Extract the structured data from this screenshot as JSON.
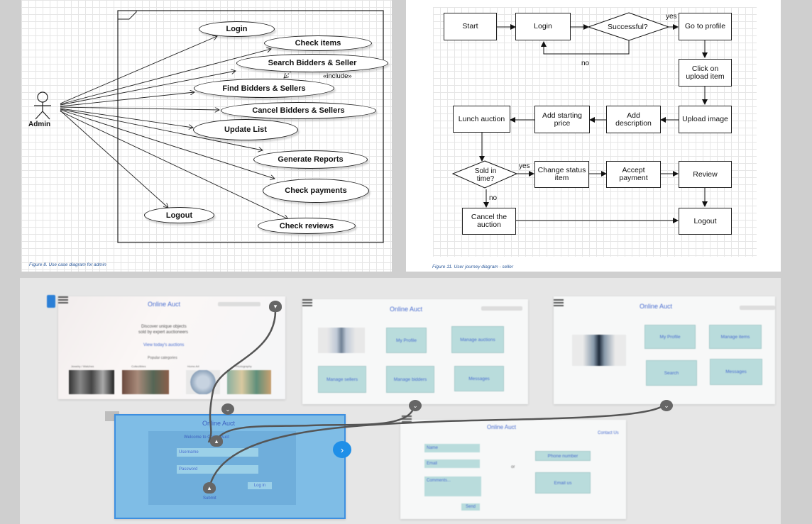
{
  "usecase": {
    "actor": "Admin",
    "use_cases": [
      "Login",
      "Check items",
      "Search Bidders & Seller",
      "Find Bidders & Sellers",
      "Cancel Bidders & Sellers",
      "Update List",
      "Generate Reports",
      "Check payments",
      "Logout",
      "Check reviews"
    ],
    "include_label": "«include»",
    "caption": "Figure 8. Use case diagram for admin"
  },
  "journey": {
    "nodes": {
      "start": "Start",
      "login": "Login",
      "successful": "Successful?",
      "go_profile": "Go to profile",
      "click_upload": "Click on upload item",
      "upload_image": "Upload image",
      "add_description": "Add description",
      "add_price": "Add starting price",
      "lunch_auction": "Lunch auction",
      "sold_in_time": "Sold in time?",
      "change_status": "Change status item",
      "accept_payment": "Accept payment",
      "review": "Review",
      "cancel_auction": "Cancel the auction",
      "logout": "Logout"
    },
    "labels": {
      "yes1": "yes",
      "no1": "no",
      "yes2": "yes",
      "no2": "no"
    },
    "caption": "Figure 11. User journey diagram - seller"
  },
  "prototype": {
    "app_title": "Online Auct",
    "home": {
      "heading_line1": "Discover unique objects",
      "heading_line2": "sold by expert auctioneers",
      "link": "View today's auctions",
      "section": "Popular categories",
      "categories": [
        "Jewelry / Watches",
        "Collectibles",
        "Home Art",
        "Photography"
      ]
    },
    "login": {
      "welcome": "Welcome to Online Auct",
      "username": "Username",
      "password": "Password",
      "login_btn": "Log in",
      "submit": "Submit"
    },
    "admin_menu": [
      "My Profile",
      "Manage auctions",
      "Manage sellers",
      "Manage bidders",
      "Messages"
    ],
    "user_menu": [
      "My Profile",
      "Manage items",
      "Search",
      "Messages"
    ],
    "contact": {
      "title": "Online Auct",
      "contact_link": "Contact Us",
      "name": "Name",
      "email": "Email",
      "comments": "Comments...",
      "or": "or",
      "phone": "Phone number",
      "email_btn": "Email us",
      "send": "Send"
    }
  }
}
